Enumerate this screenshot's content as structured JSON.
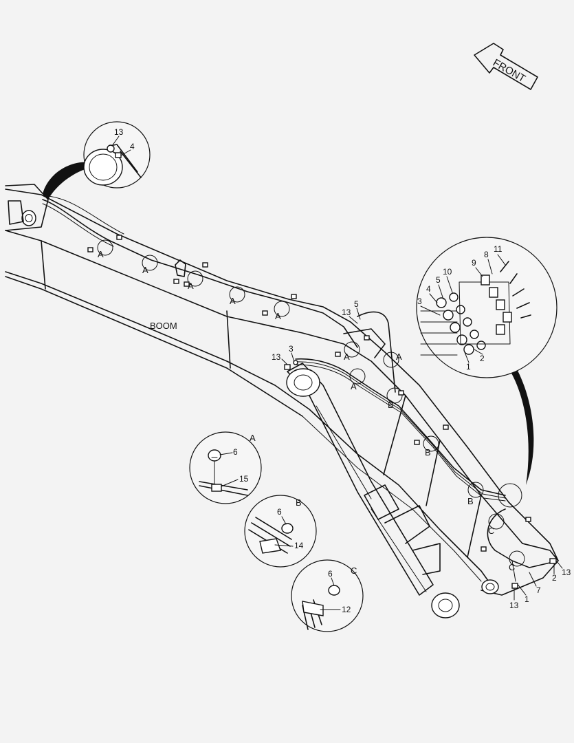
{
  "labels": {
    "front": "FRONT",
    "boom": "BOOM",
    "detail_a": "A",
    "detail_b": "B",
    "detail_c": "C"
  },
  "callouts": {
    "p1": "1",
    "p2": "2",
    "p3": "3",
    "p4": "4",
    "p5": "5",
    "p6": "6",
    "p7": "7",
    "p8": "8",
    "p9": "9",
    "p10": "10",
    "p11": "11",
    "p12": "12",
    "p13": "13",
    "p14": "14",
    "p15": "15"
  }
}
